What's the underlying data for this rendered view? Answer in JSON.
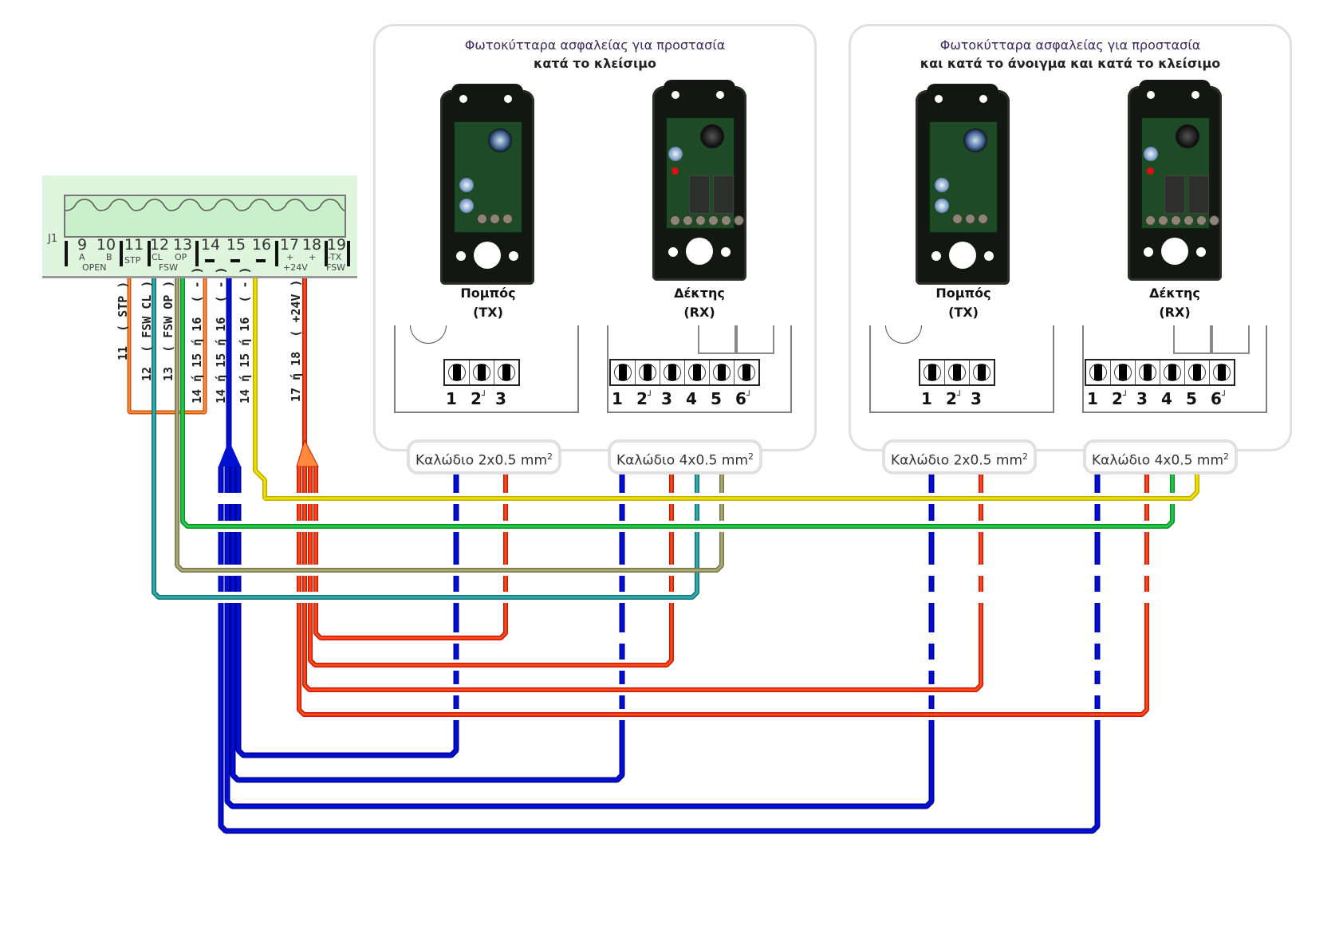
{
  "colors": {
    "blue": "#0010d0",
    "red": "#ff4a20",
    "orange": "#ff8a3c",
    "teal": "#3aa8a8",
    "olive": "#a8a878",
    "green": "#28c850",
    "yellow": "#f0e000",
    "panel_border": "#e0e0e0",
    "j1_background": "#dff5dd"
  },
  "controller": {
    "connector_label": "J1",
    "terminals": [
      {
        "num": "9",
        "sub": "A"
      },
      {
        "num": "10",
        "sub": "B"
      },
      {
        "num": "11",
        "sub": "STP"
      },
      {
        "num": "12",
        "sub": "CL"
      },
      {
        "num": "13",
        "sub": "OP"
      },
      {
        "num": "14",
        "sub": "—"
      },
      {
        "num": "15",
        "sub": "—"
      },
      {
        "num": "16",
        "sub": "—"
      },
      {
        "num": "17",
        "sub": "+"
      },
      {
        "num": "18",
        "sub": "+"
      },
      {
        "num": "19",
        "sub": "-TX"
      }
    ],
    "group_labels": {
      "open": "OPEN",
      "fsw": "FSW",
      "v24": "+24V",
      "fsw2": "FSW"
    }
  },
  "wire_labels": [
    "11  ( STP )",
    "12  ( FSW CL )",
    "13  ( FSW OP )",
    "14 ή 15 ή 16  ( - )",
    "14 ή 15 ή 16  ( - )",
    "14 ή 15 ή 16  ( - )",
    "17 ή 18  ( +24V )"
  ],
  "panels": [
    {
      "title_line1": "Φωτοκύτταρα ασφαλείας για προστασία",
      "title_line2": "κατά το κλείσιμο",
      "transmitter": {
        "name": "Πομπός",
        "code": "(TX)",
        "terminals": [
          "1",
          "2",
          "3"
        ],
        "cable": "Καλώδιο 2x0.5 mm",
        "cable_sup": "2"
      },
      "receiver": {
        "name": "Δέκτης",
        "code": "(RX)",
        "terminals": [
          "1",
          "2",
          "3",
          "4",
          "5",
          "6"
        ],
        "cable": "Καλώδιο 4x0.5 mm",
        "cable_sup": "2"
      }
    },
    {
      "title_line1": "Φωτοκύτταρα ασφαλείας για προστασία",
      "title_line2": "και κατά το άνοιγμα και κατά το κλείσιμο",
      "transmitter": {
        "name": "Πομπός",
        "code": "(TX)",
        "terminals": [
          "1",
          "2",
          "3"
        ],
        "cable": "Καλώδιο 2x0.5 mm",
        "cable_sup": "2"
      },
      "receiver": {
        "name": "Δέκτης",
        "code": "(RX)",
        "terminals": [
          "1",
          "2",
          "3",
          "4",
          "5",
          "6"
        ],
        "cable": "Καλώδιο 4x0.5 mm",
        "cable_sup": "2"
      }
    }
  ],
  "connections": [
    {
      "from": "J1-11 (STP)",
      "to": "J1-14 bridge",
      "color": "orange"
    },
    {
      "from": "J1-12 (FSW CL)",
      "to": "Panel1 RX-4",
      "color": "teal"
    },
    {
      "from": "J1-13 (FSW OP)",
      "to": "Panel1 RX-5",
      "color": "olive"
    },
    {
      "from": "J1-13 (FSW OP)",
      "to": "Panel2 RX-4",
      "color": "green"
    },
    {
      "from": "J1-16",
      "to": "Panel2 RX-5",
      "color": "yellow"
    },
    {
      "from": "J1-15 (-)",
      "to": "All TX-1 / RX-1",
      "color": "blue"
    },
    {
      "from": "J1-18 (+24V)",
      "to": "All TX-3 / RX-3",
      "color": "red"
    }
  ]
}
